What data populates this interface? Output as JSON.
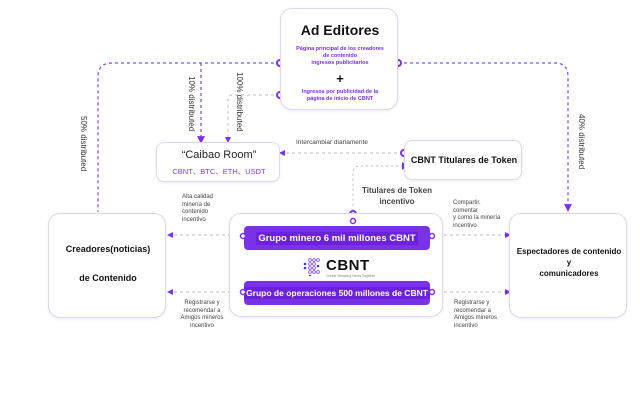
{
  "colors": {
    "accent": "#7b2ff0",
    "pill": "#7a32e6",
    "border": "#ddd6ee",
    "dashed": "#b8b8b8"
  },
  "ad_editors": {
    "title": "Ad Editores",
    "line1": "Página principal de los creadores",
    "line2": "de  contenido",
    "line3": "ingresos publicitarios",
    "plus": "+",
    "line4": "Ingresos por publicidad de la",
    "line5": "página de inicio de CBNT"
  },
  "caibao": {
    "title": "“Caibao Room”",
    "currencies": "CBNT、BTC、ETH、USDT"
  },
  "token_holders": {
    "title": "CBNT Titulares de Token"
  },
  "creators": {
    "line1": "Creadores(noticias)",
    "line2": "de Contenido"
  },
  "spectators": {
    "line1": "Espectadores de contenido",
    "line2": "y",
    "line3": "comunicadores"
  },
  "center": {
    "mining_group": "Grupo minero 6 mil millones CBNT",
    "operations_group": "Grupo de operaciones 500 millones de CBNT",
    "logo_text": "CBNT",
    "logo_tagline": "Create Breaking News Together"
  },
  "labels": {
    "ten_pct": "10% distributed",
    "hundred_pct": "100% distributed",
    "fifty_pct": "50% distributed",
    "forty_pct": "40% distributed",
    "exchange_daily": "Intercambiar diariamente",
    "token_incentive_1": "Titulares de Token",
    "token_incentive_2": "incentivo",
    "quality_mining": [
      "Alta calidad",
      "minería de",
      "contenido",
      "incentivo"
    ],
    "share_comment": [
      "Compartir,",
      "comentar",
      "y como la minería",
      "incentivo"
    ],
    "register_left": [
      "Registrarse y",
      "recomendar a",
      "Amigos mineros",
      "incentivo"
    ],
    "register_right": [
      "Registrarse y",
      "recomendar a",
      "Amigos mineros",
      "incentivo"
    ]
  }
}
